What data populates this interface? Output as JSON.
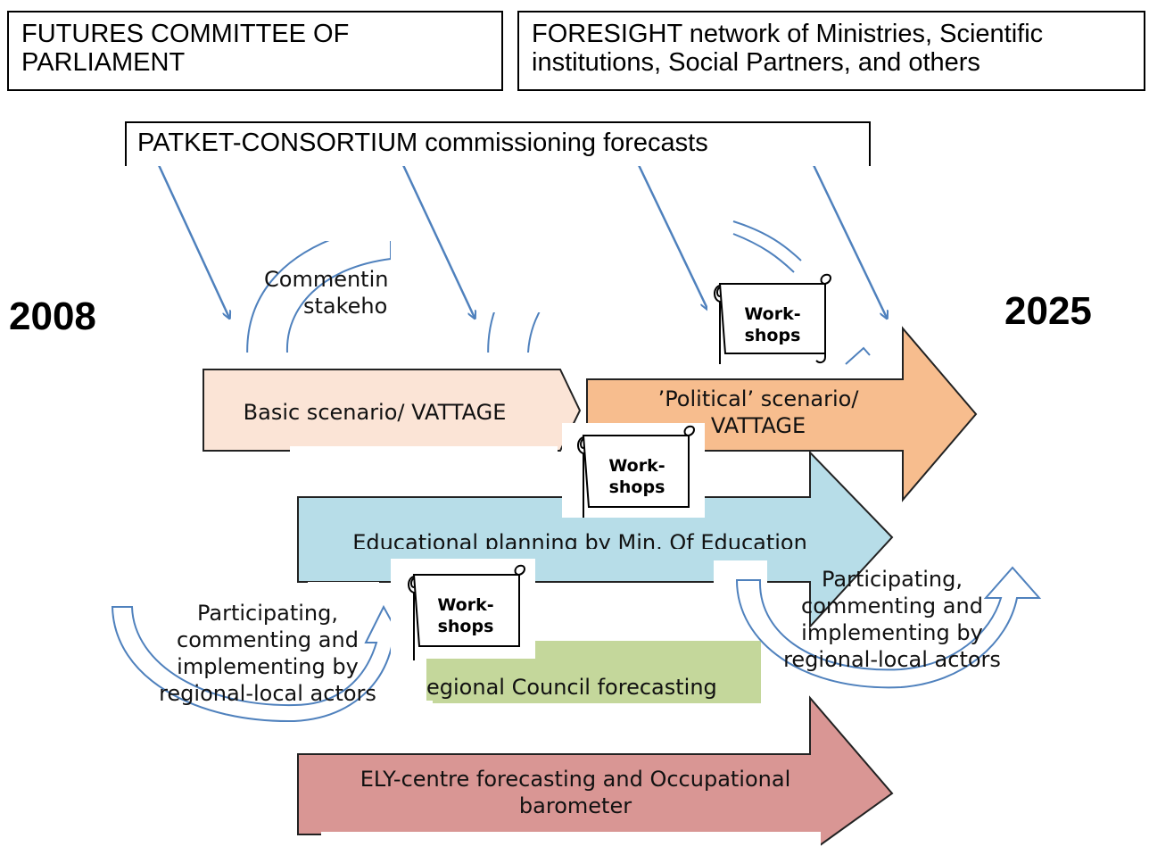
{
  "top_boxes": {
    "futures_committee": "FUTURES COMMITTEE OF PARLIAMENT",
    "foresight_network": "FORESIGHT network of Ministries, Scientific institutions, Social Partners, and others",
    "patket": "PATKET-CONSORTIUM commissioning forecasts"
  },
  "timeline": {
    "start_year": "2008",
    "end_year": "2025"
  },
  "commenting_label": {
    "line1": "Commentin",
    "line2": "stakeho"
  },
  "arrows": {
    "basic_scenario": "Basic scenario/ VATTAGE",
    "political_scenario_line1": "’Political’ scenario/",
    "political_scenario_line2": "VATTAGE",
    "educational_planning": "Educational planning by Min. Of Education",
    "regional_council": "egional Council forecasting",
    "ely_centre_line1": "ELY-centre forecasting and Occupational",
    "ely_centre_line2": "barometer"
  },
  "workshops": {
    "line1": "Work-",
    "line2": "shops"
  },
  "participating_left": {
    "line1": "Participating,",
    "line2": "commenting and",
    "line3": "implementing by",
    "line4": "regional-local actors"
  },
  "participating_right": {
    "line1": "Participating,",
    "line2": "commenting and",
    "line3": "implementing by",
    "line4": "regional-local actors"
  },
  "colors": {
    "basic_fill": "#fbe4d6",
    "political_fill": "#f7bd8e",
    "education_fill": "#b7dde8",
    "regional_fill": "#c4d79b",
    "ely_fill": "#d99694",
    "connector_blue": "#4f81bd"
  }
}
